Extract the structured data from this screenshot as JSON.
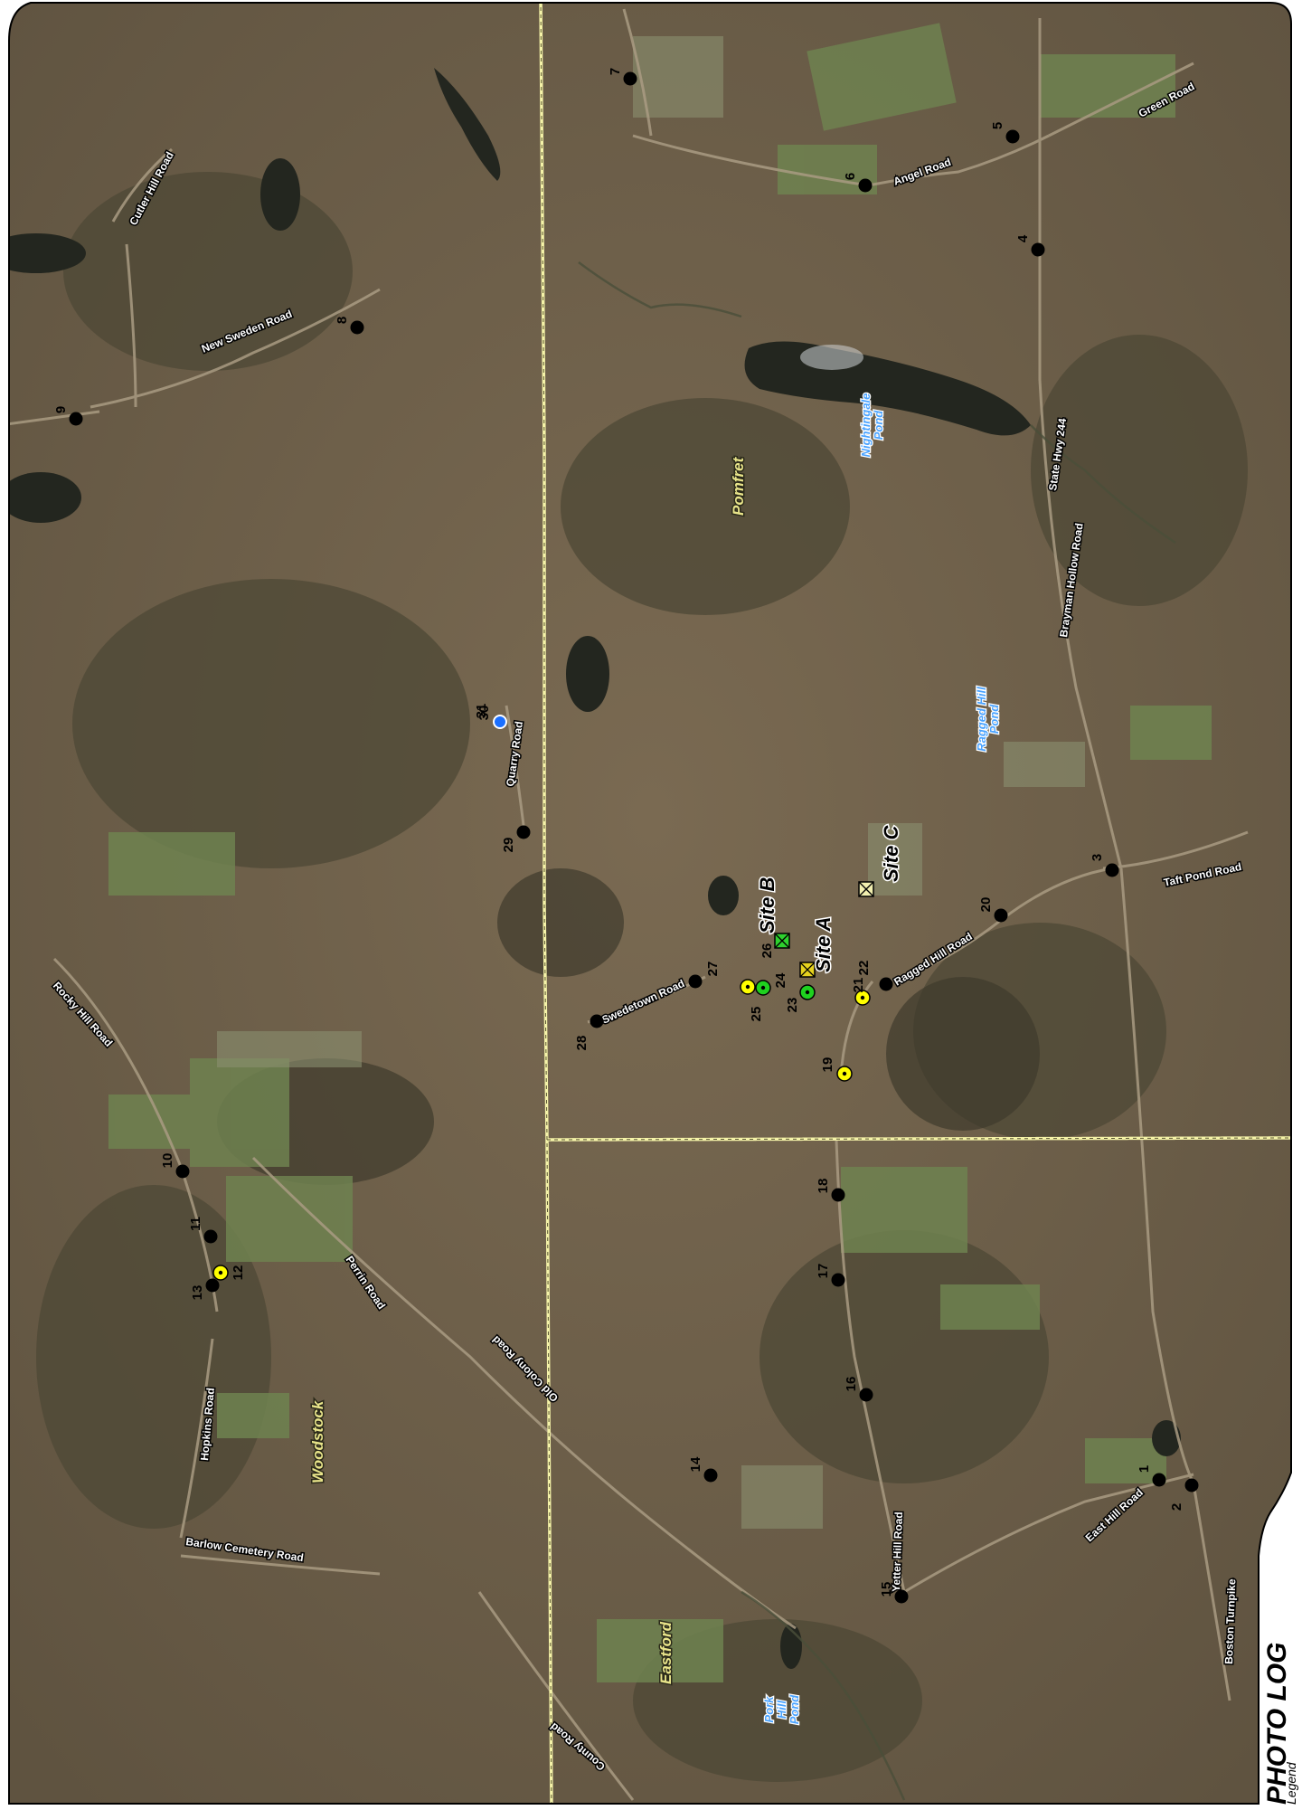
{
  "title": "PHOTO LOG",
  "subtitle": "Legend",
  "towns": [
    "Pomfret",
    "Woodstock",
    "Eastford"
  ],
  "ponds": [
    "Nightingale Pond",
    "Ragged Hill Pond",
    "Pork Hill Pond"
  ],
  "roads": [
    "Cutler Hill Road",
    "New Sweden Road",
    "Angel Road",
    "Green Road",
    "State Hwy 244",
    "Brayman Hollow Road",
    "Taft Pond Road",
    "Ragged Hill Road",
    "Swedetown Road",
    "Quarry Road",
    "Rocky Hill Road",
    "Perrin Road",
    "Hopkins Road",
    "Barlow Cemetery Road",
    "Old Colony Road",
    "Yetter Hill Road",
    "East Hill Road",
    "Boston Turnpike",
    "County Road"
  ],
  "sites": [
    "Site A",
    "Site B",
    "Site C"
  ],
  "photo_points": [
    "1",
    "2",
    "3",
    "4",
    "5",
    "6",
    "7",
    "8",
    "9",
    "10",
    "11",
    "12",
    "13",
    "14",
    "15",
    "16",
    "17",
    "18",
    "19",
    "20",
    "21",
    "22",
    "23",
    "24",
    "25",
    "26",
    "27",
    "28",
    "29",
    "30",
    "31"
  ],
  "colors": {
    "point_black": "#000000",
    "point_yellow": "#ffff00",
    "point_green": "#1fd11f",
    "point_blue": "#1a6fff",
    "site_a": "#e6d21e",
    "site_b": "#2ed12e",
    "site_c": "#f2efb0",
    "boundary": "#f5f3a8"
  }
}
